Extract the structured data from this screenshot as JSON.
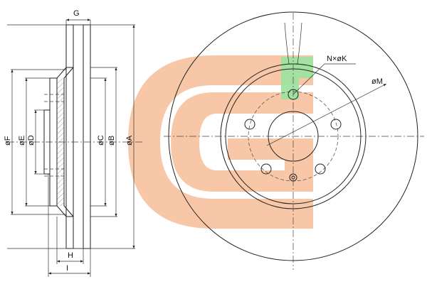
{
  "labels": {
    "G": "G",
    "F": "øF",
    "E": "øE",
    "D": "øD",
    "C": "øC",
    "B": "øB",
    "A": "øA",
    "H": "H",
    "I": "I",
    "NK": "N×øK",
    "M": "øM"
  },
  "colors": {
    "logo_orange": "#f7c4a3",
    "logo_green": "#9fe3a0",
    "line": "#222222"
  },
  "icons": {
    "logo": "brand-logo-watermark"
  }
}
